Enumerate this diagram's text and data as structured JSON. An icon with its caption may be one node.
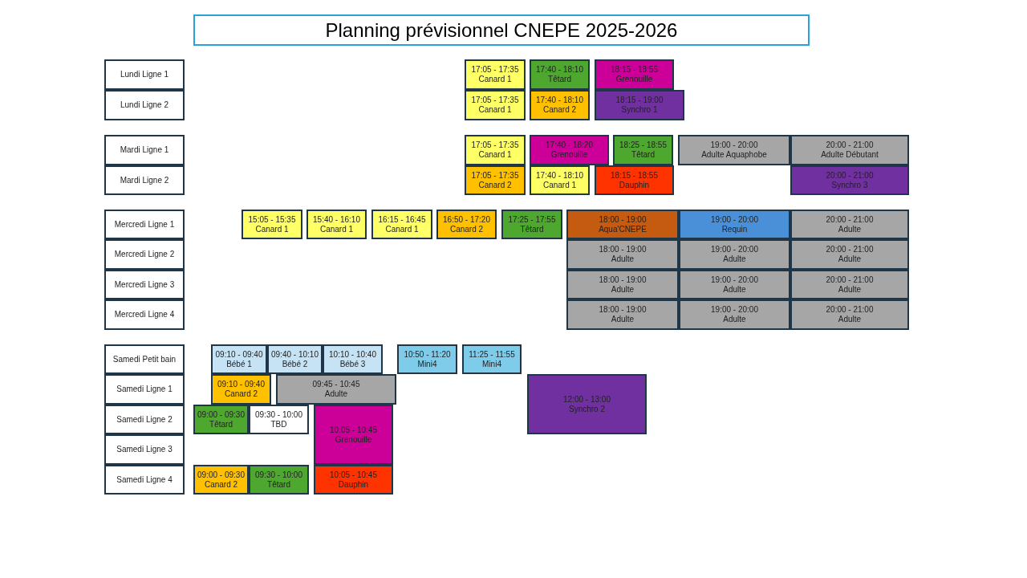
{
  "diagram": {
    "title": "Planning prévisionnel CNEPE 2025-2026",
    "nodes": [
      {
        "text": [
          "Lundi Ligne 1"
        ]
      },
      {
        "text": [
          "17:05 - 17:35",
          "Canard 1"
        ]
      },
      {
        "text": [
          "17:40 - 18:10",
          "Têtard"
        ]
      },
      {
        "text": [
          "18:15 - 18:55",
          "Grenouille"
        ]
      },
      {
        "text": [
          "Lundi Ligne 2"
        ]
      },
      {
        "text": [
          "17:05 - 17:35",
          "Canard 1"
        ]
      },
      {
        "text": [
          "17:40 - 18:10",
          "Canard 2"
        ]
      },
      {
        "text": [
          "18:15 - 19:00",
          "Synchro 1"
        ]
      },
      {
        "text": [
          "Mardi Ligne 1"
        ]
      },
      {
        "text": [
          "17:05 - 17:35",
          "Canard 1"
        ]
      },
      {
        "text": [
          "17:40 - 18:20",
          "Grenouille"
        ]
      },
      {
        "text": [
          "18:25 - 18:55",
          "Têtard"
        ]
      },
      {
        "text": [
          "19:00 - 20:00",
          "Adulte Aquaphobe"
        ]
      },
      {
        "text": [
          "20:00 - 21:00",
          "Adulte Débutant"
        ]
      },
      {
        "text": [
          "Mardi Ligne 2"
        ]
      },
      {
        "text": [
          "17:05 - 17:35",
          "Canard 2"
        ]
      },
      {
        "text": [
          "17:40 - 18:10",
          "Canard 1"
        ]
      },
      {
        "text": [
          "18:15 - 18:55",
          "Dauphin"
        ]
      },
      {
        "text": [
          "20:00 - 21:00",
          "Synchro 3"
        ]
      },
      {
        "text": [
          "Mercredi Ligne 1"
        ]
      },
      {
        "text": [
          "15:05 - 15:35",
          "Canard 1"
        ]
      },
      {
        "text": [
          "15:40 - 16:10",
          "Canard 1"
        ]
      },
      {
        "text": [
          "16:15 - 16:45",
          "Canard 1"
        ]
      },
      {
        "text": [
          "16:50 - 17:20",
          "Canard 2"
        ]
      },
      {
        "text": [
          "17:25 - 17:55",
          "Têtard"
        ]
      },
      {
        "text": [
          "18:00 - 19:00",
          "Aqua'CNEPE"
        ]
      },
      {
        "text": [
          "19:00 - 20:00",
          "Requin"
        ]
      },
      {
        "text": [
          "20:00 - 21:00",
          "Adulte"
        ]
      },
      {
        "text": [
          "Mercredi Ligne 2"
        ]
      },
      {
        "text": [
          "18:00 - 19:00",
          "Adulte"
        ]
      },
      {
        "text": [
          "19:00 - 20:00",
          "Adulte"
        ]
      },
      {
        "text": [
          "20:00 - 21:00",
          "Adulte"
        ]
      },
      {
        "text": [
          "Mercredi Ligne 3"
        ]
      },
      {
        "text": [
          "18:00 - 19:00",
          "Adulte"
        ]
      },
      {
        "text": [
          "19:00 - 20:00",
          "Adulte"
        ]
      },
      {
        "text": [
          "20:00 - 21:00",
          "Adulte"
        ]
      },
      {
        "text": [
          "Mercredi Ligne 4"
        ]
      },
      {
        "text": [
          "18:00 - 19:00",
          "Adulte"
        ]
      },
      {
        "text": [
          "19:00 - 20:00",
          "Adulte"
        ]
      },
      {
        "text": [
          "20:00 - 21:00",
          "Adulte"
        ]
      },
      {
        "text": [
          "Samedi Petit bain"
        ]
      },
      {
        "text": [
          "09:10 - 09:40",
          "Bébé 1"
        ]
      },
      {
        "text": [
          "09:40 - 10:10",
          "Bébé 2"
        ]
      },
      {
        "text": [
          "10:10 - 10:40",
          "Bébé 3"
        ]
      },
      {
        "text": [
          "10:50 - 11:20",
          "Mini4"
        ]
      },
      {
        "text": [
          "11:25 - 11:55",
          "Mini4"
        ]
      },
      {
        "text": [
          "Samedi Ligne 1"
        ]
      },
      {
        "text": [
          "09:10 - 09:40",
          "Canard 2"
        ]
      },
      {
        "text": [
          "09:45 - 10:45",
          "Adulte"
        ]
      },
      {
        "text": [
          "12:00 - 13:00",
          "Synchro 2"
        ]
      },
      {
        "text": [
          "Samedi Ligne 2"
        ]
      },
      {
        "text": [
          "09:00 - 09:30",
          "Têtard"
        ]
      },
      {
        "text": [
          "09:30 - 10:00",
          "TBD"
        ]
      },
      {
        "text": [
          "10:05 - 10:45",
          "Grenouille"
        ]
      },
      {
        "text": [
          "Samedi Ligne 3"
        ]
      },
      {
        "text": [
          "Samedi Ligne 4"
        ]
      },
      {
        "text": [
          "09:00 - 09:30",
          "Canard 2"
        ]
      },
      {
        "text": [
          "09:30 - 10:00",
          "Têtard"
        ]
      },
      {
        "text": [
          "10:05 - 10:45",
          "Dauphin"
        ]
      }
    ]
  }
}
